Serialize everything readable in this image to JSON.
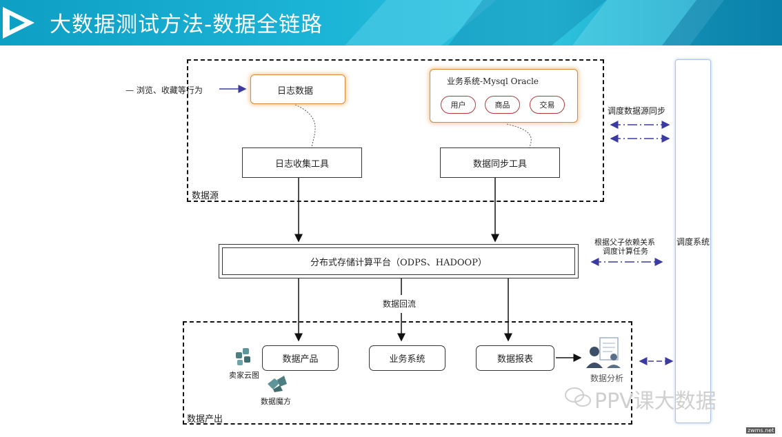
{
  "header": {
    "title": "大数据测试方法-数据全链路"
  },
  "data_source": {
    "label": "数据源",
    "behavior_label": "— 浏览、收藏等行为",
    "log_data": "日志数据",
    "business_system": "业务系统-Mysql  Oracle",
    "tables": [
      "用户",
      "商品",
      "交易"
    ],
    "log_collect_tool": "日志收集工具",
    "data_sync_tool": "数据同步工具"
  },
  "platform": {
    "label": "分布式存储计算平台（ODPS、HADOOP）",
    "backflow": "数据回流"
  },
  "data_output": {
    "label": "数据产出",
    "data_product": "数据产品",
    "business_system": "业务系统",
    "data_report": "数据报表",
    "seller_cloud": "卖家云图",
    "data_cube": "数据魔方",
    "data_analysis": "数据分析"
  },
  "scheduler": {
    "label": "调度系统",
    "sync_label": "调度数据源同步",
    "dep_label_1": "根据父子依赖关系",
    "dep_label_2": "调度计算任务"
  },
  "watermark": {
    "text": "PPV课大数据",
    "site": "zwms.net"
  },
  "colors": {
    "header": "#1bb3d6",
    "arrow_blue": "#3a3aa0",
    "cylinder": "#b23a3a",
    "orange_glow": "#f0aa5a"
  }
}
